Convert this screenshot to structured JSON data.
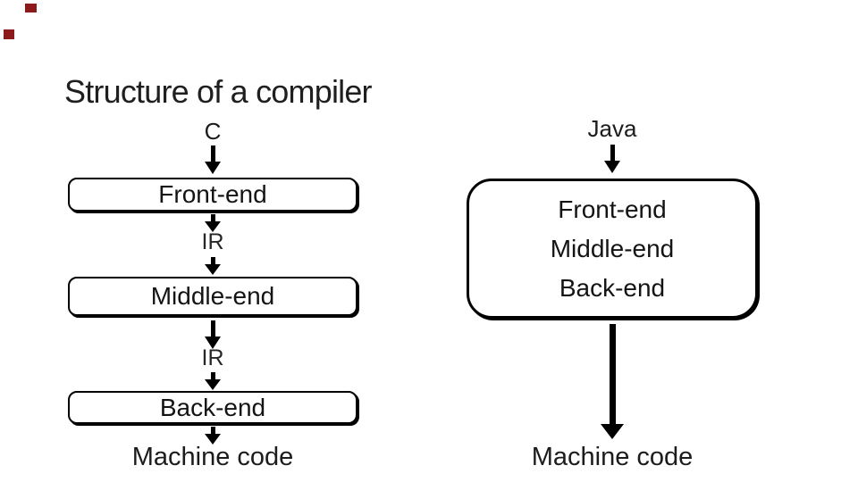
{
  "slide": {
    "title": "Structure of a compiler",
    "colors": {
      "background": "#ffffff",
      "text": "#1f1f1f",
      "stroke": "#000000",
      "annotation_mark": "#8c1a1a"
    }
  },
  "left_pipeline": {
    "input": "C",
    "stages": [
      "Front-end",
      "Middle-end",
      "Back-end"
    ],
    "ir": "IR",
    "output": "Machine code"
  },
  "right_pipeline": {
    "input": "Java",
    "stages": [
      "Front-end",
      "Middle-end",
      "Back-end"
    ],
    "output": "Machine code"
  }
}
